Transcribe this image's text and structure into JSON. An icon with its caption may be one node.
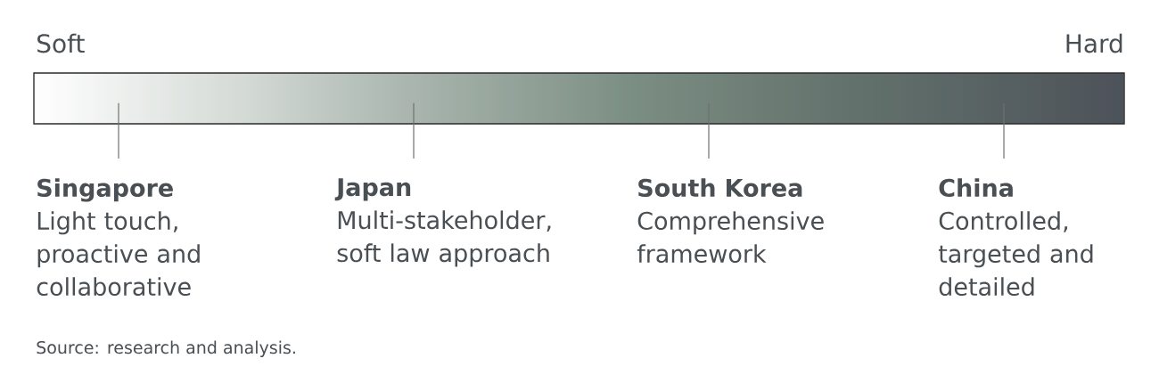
{
  "diagram": {
    "nodes": [
      {
        "text": [],
        "shape": "bar",
        "beside": [
          "Soft",
          "Hard"
        ]
      },
      {
        "text": [
          "Singapore",
          "Light touch, proactive and collaborative"
        ]
      },
      {
        "text": [
          "Japan",
          "Multi-stakeholder, soft law approach"
        ]
      },
      {
        "text": [
          "South Korea",
          "Comprehensive framework"
        ]
      },
      {
        "text": [
          "China",
          "Controlled, targeted and detailed"
        ]
      }
    ],
    "edges": [
      {
        "from": 1,
        "to": 0,
        "arrow": "none"
      },
      {
        "from": 2,
        "to": 0,
        "arrow": "none"
      },
      {
        "from": 3,
        "to": 0,
        "arrow": "none"
      },
      {
        "from": 4,
        "to": 0,
        "arrow": "none"
      }
    ],
    "labels": [
      "Source: research and analysis."
    ]
  }
}
